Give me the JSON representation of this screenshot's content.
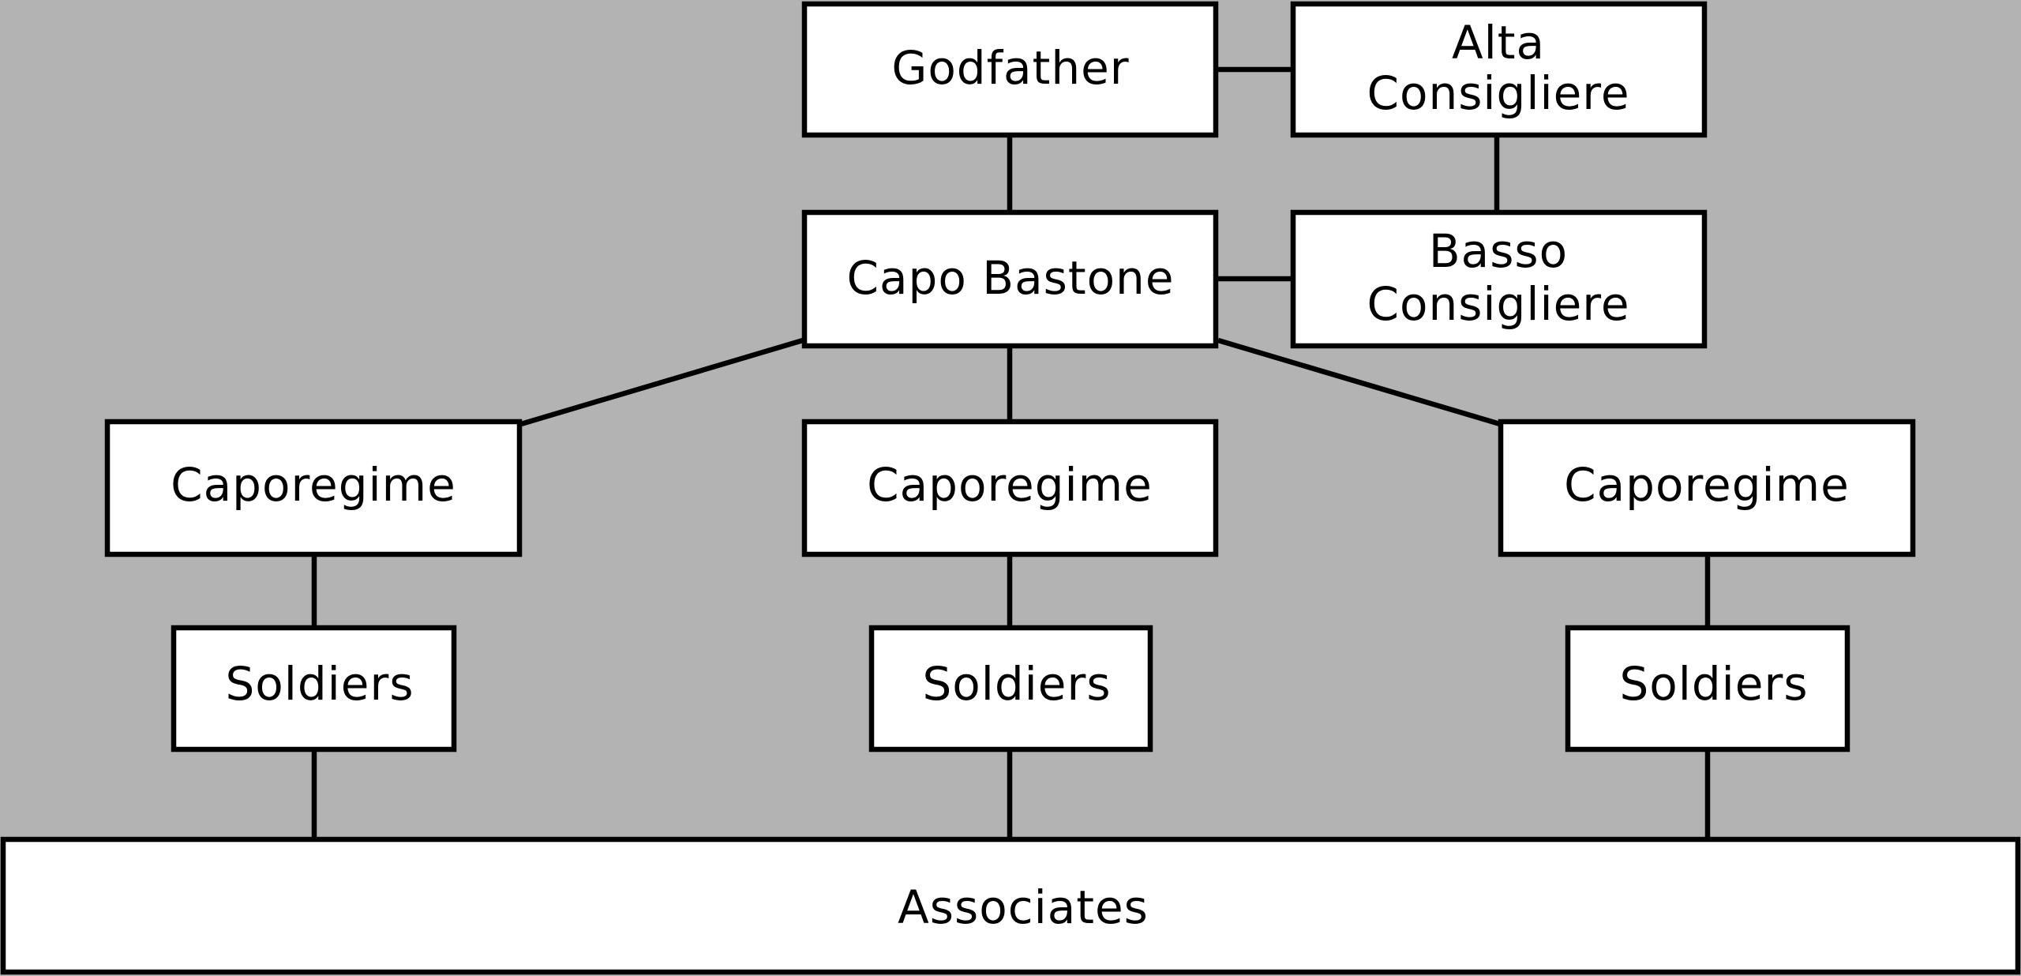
{
  "nodes": {
    "godfather": "Godfather",
    "alta_consigliere": [
      "Alta",
      "Consigliere"
    ],
    "capo_bastone": "Capo Bastone",
    "basso_consigliere": [
      "Basso",
      "Consigliere"
    ],
    "caporegime": [
      "Caporegime",
      "Caporegime",
      "Caporegime"
    ],
    "soldiers": [
      "Soldiers",
      "Soldiers",
      "Soldiers"
    ],
    "associates": "Associates"
  },
  "colors": {
    "background": "#b3b3b3",
    "box": "#ffffff",
    "line": "#000000"
  }
}
